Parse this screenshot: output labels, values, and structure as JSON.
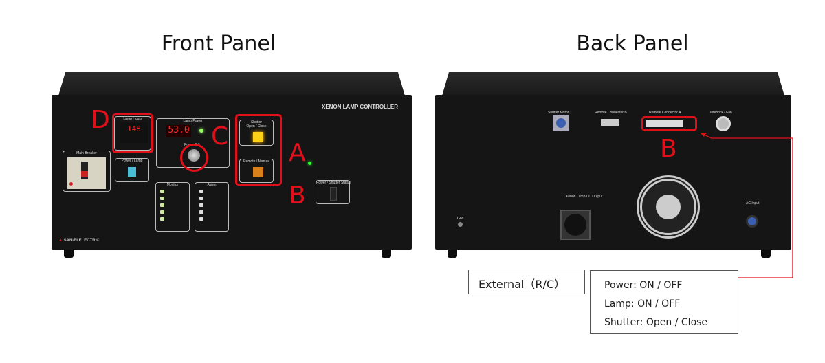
{
  "titles": {
    "front": "Front Panel",
    "back": "Back Panel"
  },
  "front": {
    "brand_title": "XENON LAMP CONTROLLER",
    "maker": "SAN-EI ELECTRIC",
    "sections": {
      "main_breaker": "Main Breaker",
      "lamp_hours": "Lamp Hours",
      "power_lamp": "Power / Lamp",
      "lamp_power": "Lamp Power",
      "power_adj": "Power Adj.",
      "shutter": "Shutter",
      "open_close": "Open / Close",
      "remote_manual": "Remote / Manual",
      "monitor": "Monitor",
      "alarm": "Alarm",
      "status": "Power / Shutter Status"
    },
    "lamp_hours_value": "148",
    "lamp_power_value": "53.0",
    "callouts": {
      "a": "A",
      "b": "B",
      "c": "C",
      "d": "D"
    }
  },
  "back": {
    "connectors": {
      "shutter_motor": "Shutter Motor",
      "remote_b": "Remote Connector B",
      "remote_a": "Remote Connector A",
      "interlock_fan": "Interlock / Fan",
      "dc_output": "Xenon Lamp DC Output",
      "ac_input": "AC Input",
      "gnd": "Gnd"
    },
    "callout_b": "B"
  },
  "notes": {
    "external": "External（R/C）",
    "lines": [
      "Power:  ON / OFF",
      "Lamp:  ON / OFF",
      "Shutter: Open / Close"
    ]
  },
  "colors": {
    "accent": "#e0101a",
    "chassis": "#151515"
  }
}
